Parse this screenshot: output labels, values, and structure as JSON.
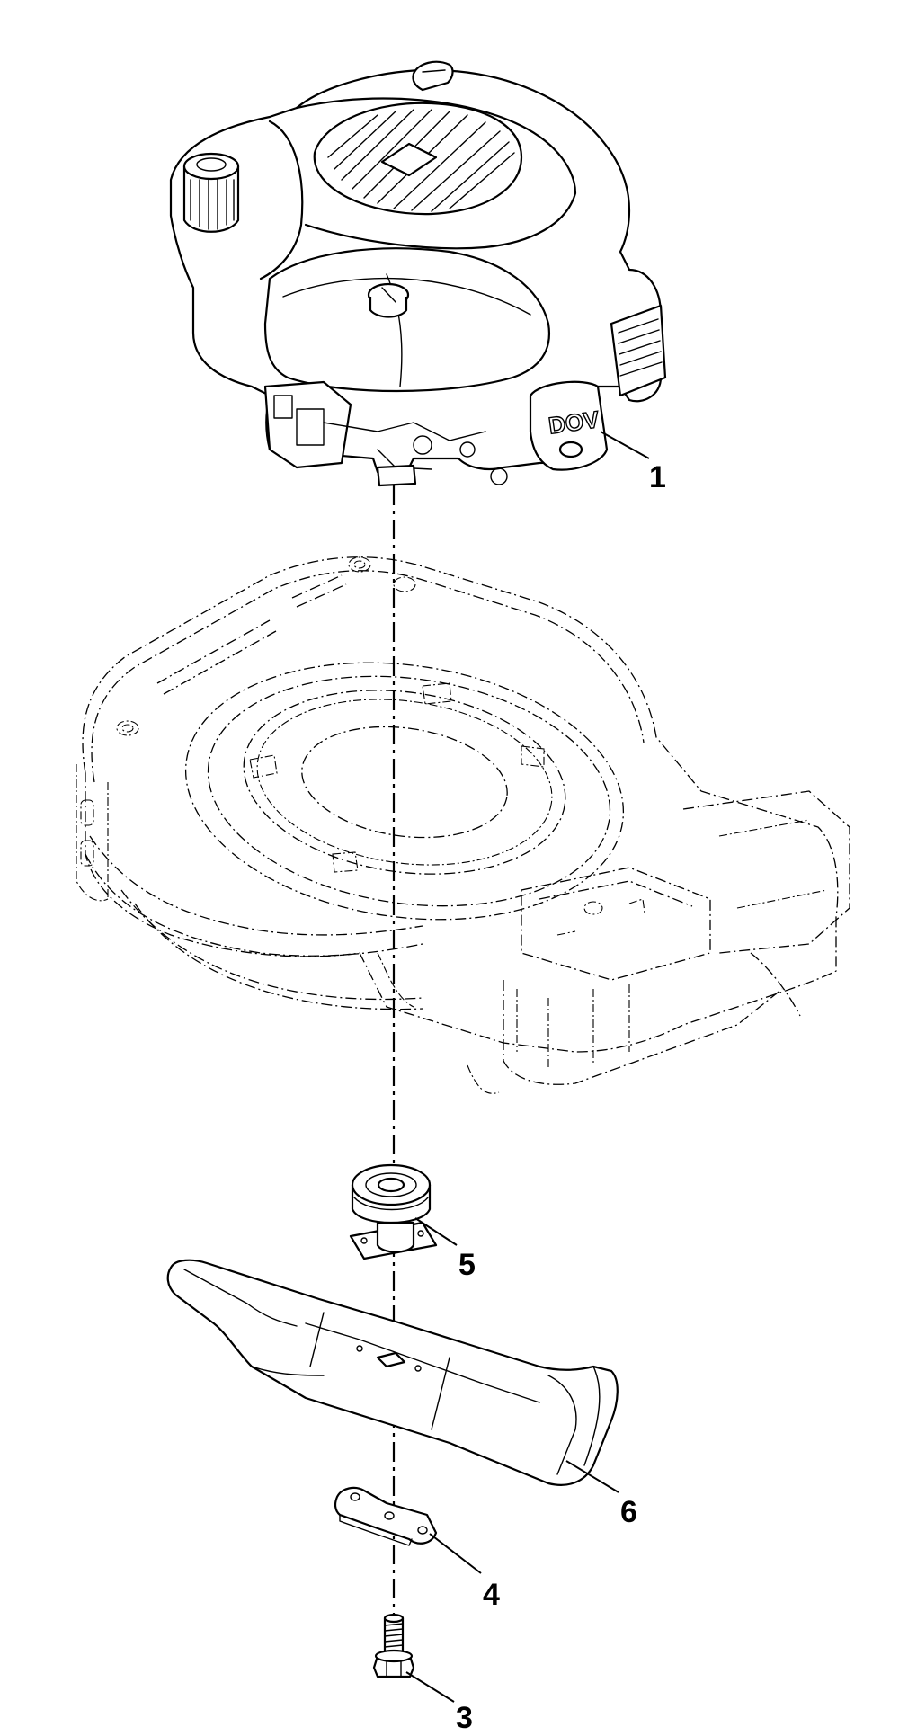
{
  "callouts": {
    "engine": "1",
    "blade_bolt": "3",
    "blade_washer": "4",
    "blade_adapter": "5",
    "blade": "6"
  },
  "engine_badge": "DOV",
  "colors": {
    "line": "#000000",
    "background": "#ffffff"
  }
}
